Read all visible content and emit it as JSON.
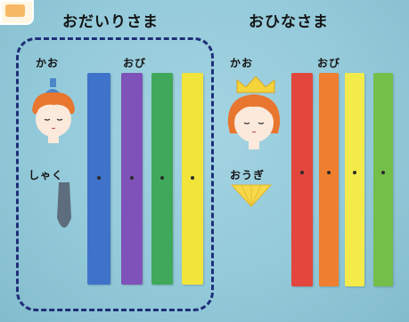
{
  "left_group": {
    "title": "おだいりさま",
    "face_label": "かお",
    "sash_label": "おび",
    "item_label": "しゃく",
    "sash_colors": [
      "#3f73c9",
      "#7e52b8",
      "#3fa85a",
      "#f2e43a"
    ]
  },
  "right_group": {
    "title": "おひなさま",
    "face_label": "かお",
    "sash_label": "おび",
    "item_label": "おうぎ",
    "sash_colors": [
      "#e2463c",
      "#ef7f2e",
      "#f4ea4a",
      "#74be4a"
    ]
  },
  "colors": {
    "board": "#92c9d9",
    "frame": "#1f2f78",
    "hair": "#e8762e",
    "crown": "#f4d43a",
    "hat": "#4d86c8",
    "shaku": "#5e6d7d"
  },
  "icons": [
    "odairisama-face-icon",
    "ohinasama-face-icon",
    "crown-icon",
    "shaku-icon",
    "fan-icon"
  ]
}
